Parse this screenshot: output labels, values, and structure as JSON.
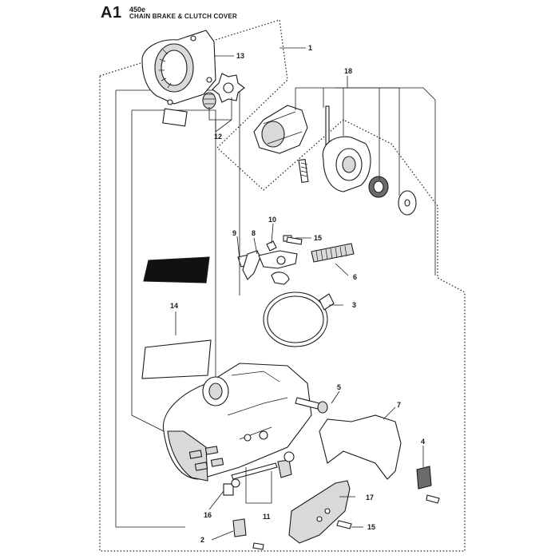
{
  "header": {
    "sheet_id": "A1",
    "model": "450e",
    "title": "CHAIN BRAKE & CLUTCH COVER"
  },
  "callouts": {
    "c1": "1",
    "c2": "2",
    "c3": "3",
    "c4": "4",
    "c5": "5",
    "c6": "6",
    "c7": "7",
    "c8": "8",
    "c9": "9",
    "c10": "10",
    "c11": "11",
    "c12": "12",
    "c13": "13",
    "c14": "14",
    "c15a": "15",
    "c15b": "15",
    "c16": "16",
    "c17": "17",
    "c18": "18"
  }
}
